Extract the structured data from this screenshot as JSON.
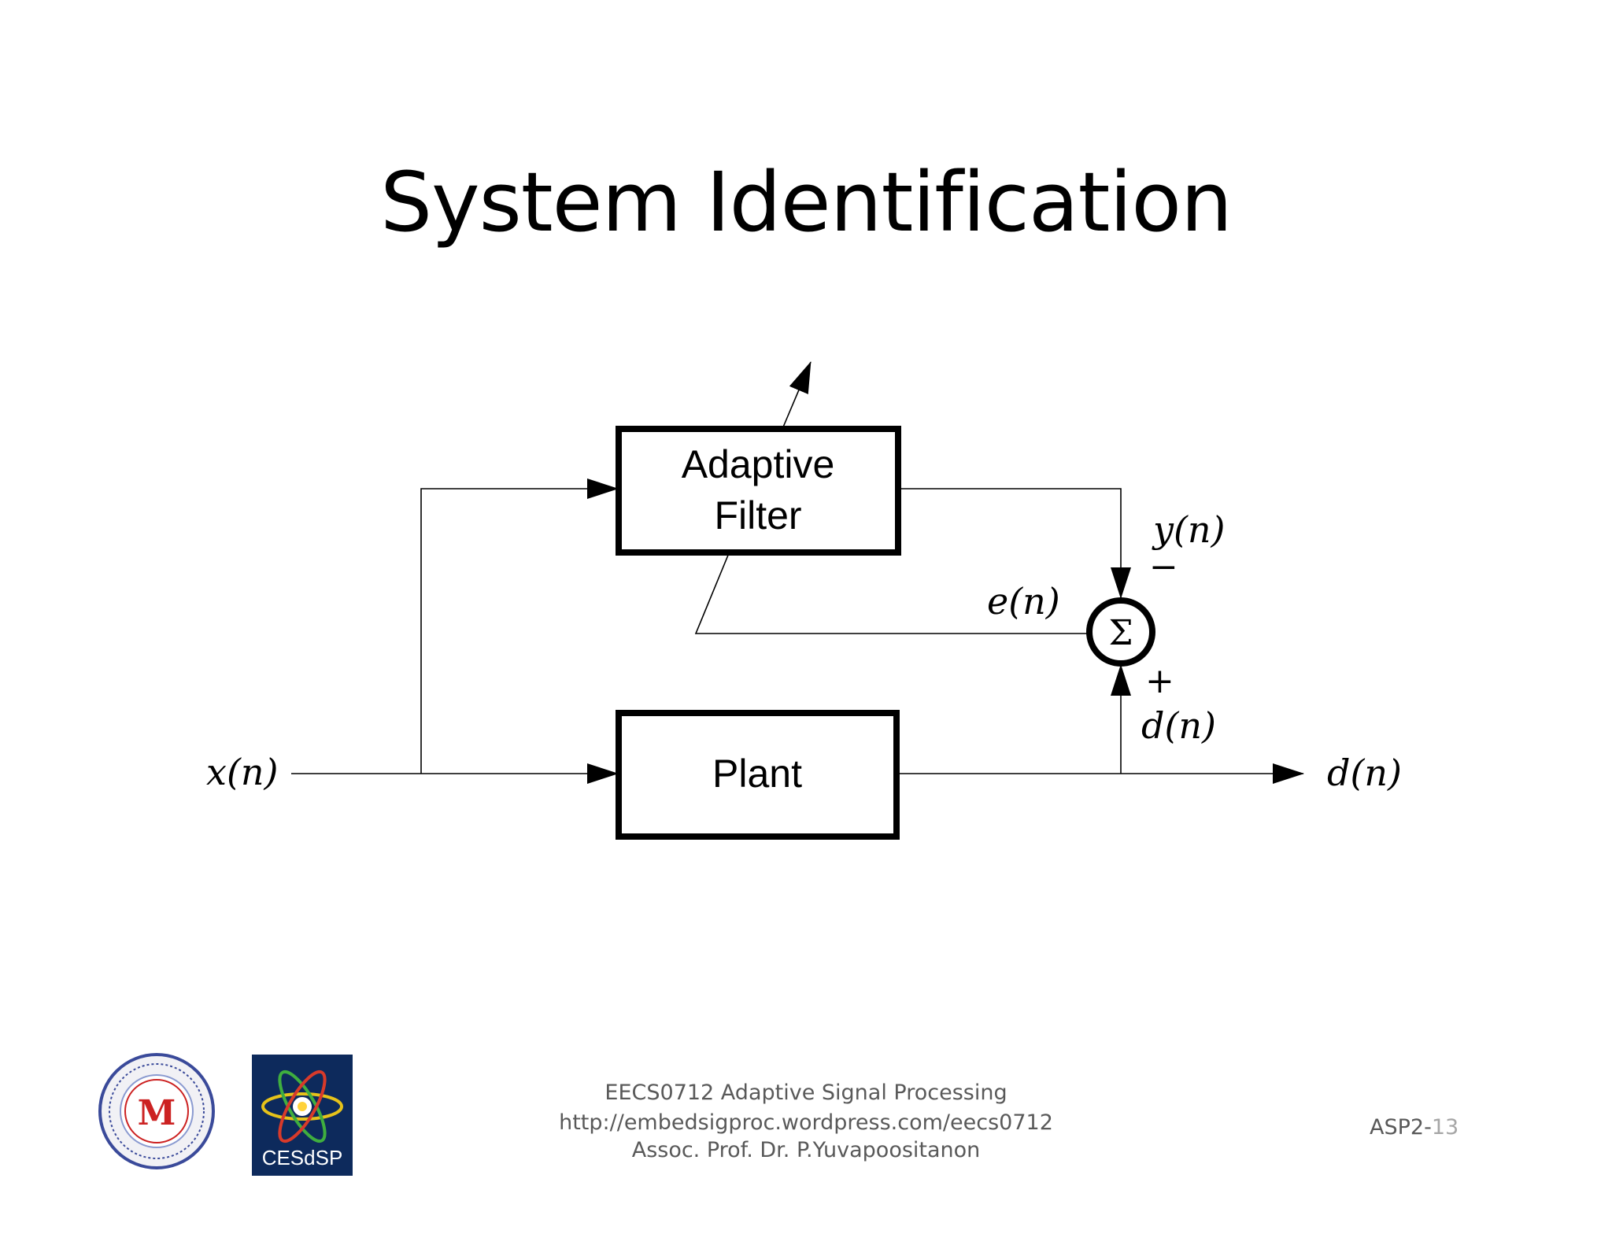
{
  "slide": {
    "title": "System Identification",
    "number_prefix": "ASP2-",
    "number_suffix": "13"
  },
  "diagram": {
    "nodes": {
      "adaptive_filter_line1": "Adaptive",
      "adaptive_filter_line2": "Filter",
      "plant": "Plant",
      "summer": "Σ"
    },
    "signals": {
      "input": "x(n)",
      "filter_output": "y(n)",
      "error": "e(n)",
      "plant_to_sum": "d(n)",
      "output": "d(n)"
    },
    "signs": {
      "minus": "−",
      "plus": "+"
    }
  },
  "footer": {
    "course": "EECS0712 Adaptive Signal Processing",
    "url": "http://embedsigproc.wordpress.com/eecs0712",
    "author": "Assoc. Prof. Dr. P.Yuvapoositanon"
  },
  "logos": {
    "left_seal_text": "M",
    "right_logo_text": "CESdSP",
    "right_logo_bg": "#0d2a5c"
  }
}
